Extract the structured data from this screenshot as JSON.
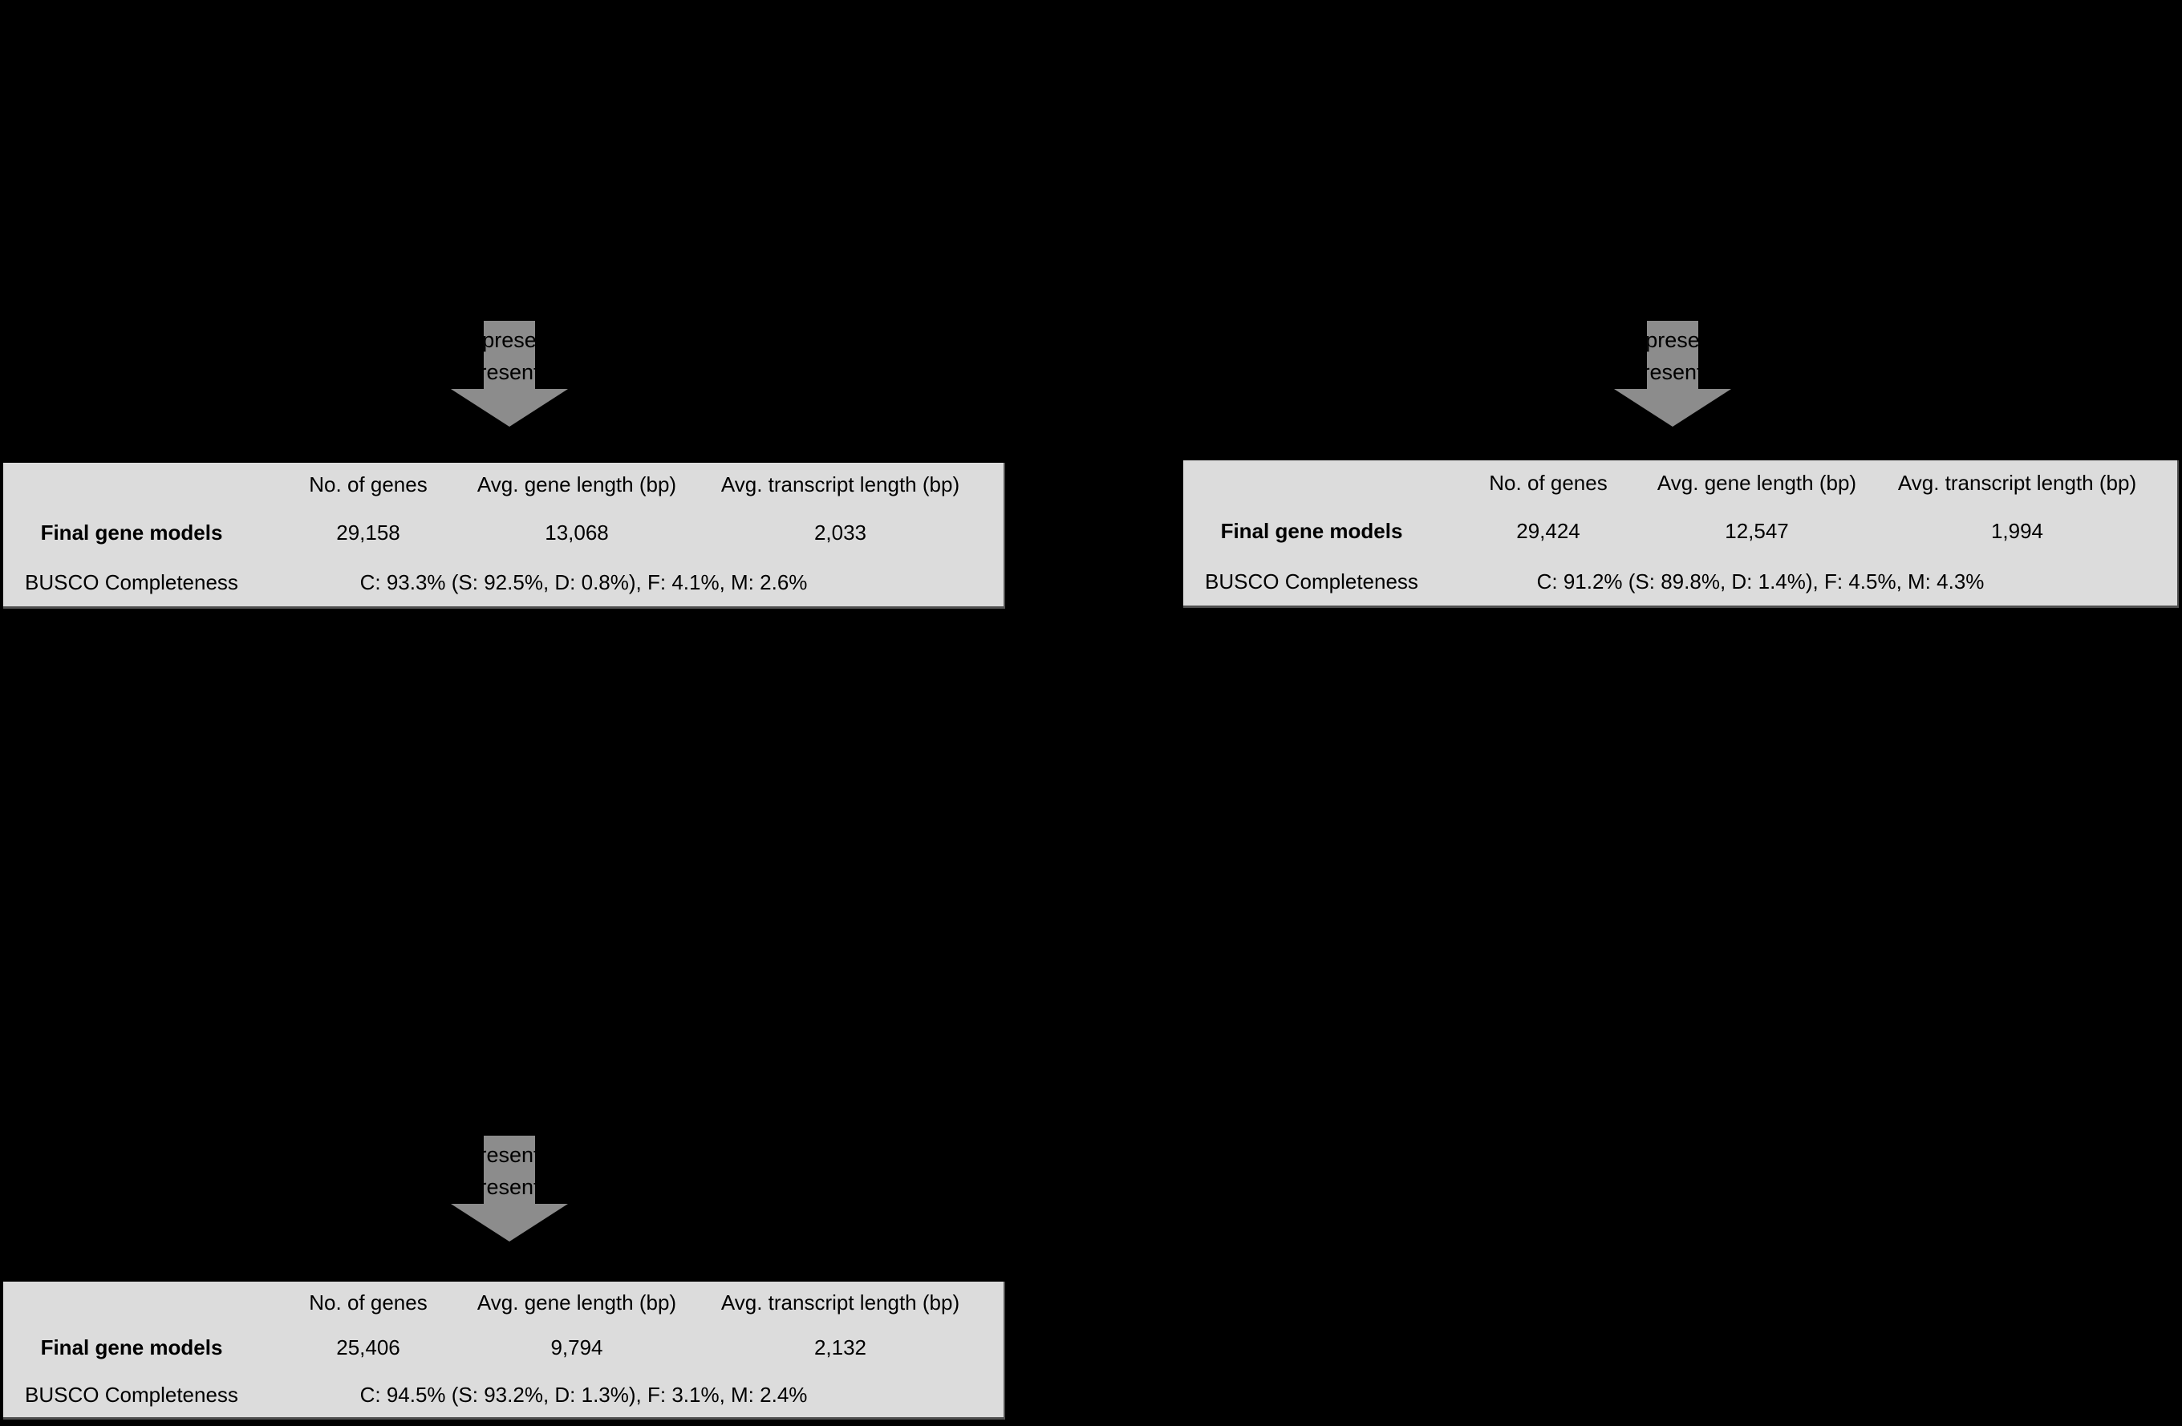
{
  "colors": {
    "background": "#000000",
    "table_bg": "#dcdcdc",
    "table_text": "#000000",
    "table_edge": "#4f4f4f",
    "arrow_fill": "#8c8c8c",
    "arrow_text": "#000000"
  },
  "arrows": [
    {
      "position": "top-left",
      "lines": [
        "prese",
        "resent"
      ]
    },
    {
      "position": "top-right",
      "lines": [
        "prese",
        "resent"
      ]
    },
    {
      "position": "bottom-left",
      "lines": [
        "resent",
        "resent"
      ]
    }
  ],
  "tables": [
    {
      "position": "top-left",
      "columns": [
        "No. of genes",
        "Avg. gene length (bp)",
        "Avg. transcript length (bp)"
      ],
      "row_labels": {
        "final": "Final gene models",
        "busco": "BUSCO Completeness"
      },
      "final_values": [
        "29,158",
        "13,068",
        "2,033"
      ],
      "busco_value": "C: 93.3% (S: 92.5%, D: 0.8%), F: 4.1%, M: 2.6%"
    },
    {
      "position": "top-right",
      "columns": [
        "No. of genes",
        "Avg. gene length (bp)",
        "Avg. transcript length (bp)"
      ],
      "row_labels": {
        "final": "Final gene models",
        "busco": "BUSCO Completeness"
      },
      "final_values": [
        "29,424",
        "12,547",
        "1,994"
      ],
      "busco_value": "C: 91.2% (S: 89.8%, D: 1.4%), F: 4.5%, M: 4.3%"
    },
    {
      "position": "bottom-left",
      "columns": [
        "No. of genes",
        "Avg. gene length (bp)",
        "Avg. transcript length (bp)"
      ],
      "row_labels": {
        "final": "Final gene models",
        "busco": "BUSCO Completeness"
      },
      "final_values": [
        "25,406",
        "9,794",
        "2,132"
      ],
      "busco_value": "C: 94.5% (S: 93.2%, D: 1.3%), F: 3.1%, M: 2.4%"
    }
  ]
}
